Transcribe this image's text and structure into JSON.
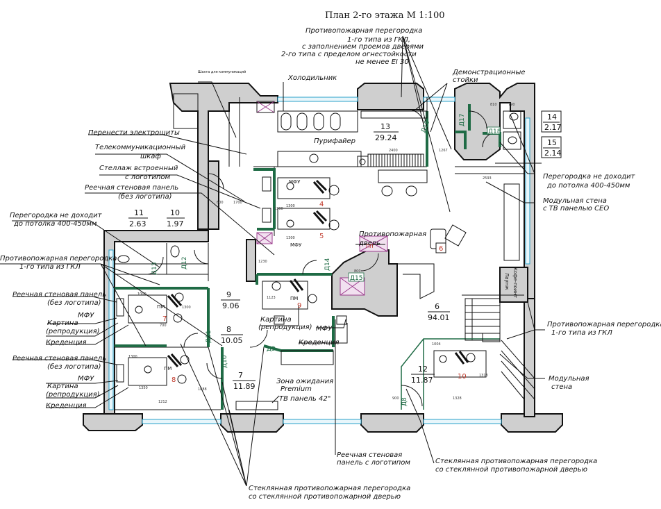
{
  "title": "План 2-го этажа М 1:100",
  "rooms": [
    {
      "num": "9",
      "area": "9.06"
    },
    {
      "num": "8",
      "area": "10.05"
    },
    {
      "num": "7",
      "area": "11.89"
    },
    {
      "num": "6",
      "area": "94.01"
    },
    {
      "num": "12",
      "area": "11.87"
    },
    {
      "num": "11",
      "area": "2.63"
    },
    {
      "num": "10",
      "area": "1.97"
    },
    {
      "num": "13",
      "area": "29.24"
    },
    {
      "num": "14",
      "area": "2.17"
    },
    {
      "num": "15",
      "area": "2.14"
    }
  ],
  "labels": {
    "fire_partition_top": [
      "Противопожарная перегородка",
      "1-го типа из ГКЛ,",
      "с заполнением проемов дверями",
      "2-го типа  с пределом огнестойкости",
      "не менее EI 30"
    ],
    "shaft": "Шахта для коммуникаций",
    "fridge": "Холодильник",
    "demo_stands": [
      "Демонстрационные",
      "стойки"
    ],
    "move_panels": "Перенести электрощиты",
    "telecom": [
      "Телекоммуникационный",
      "шкаф"
    ],
    "rack": [
      "Стеллаж встроенный",
      "с логотипом"
    ],
    "slat_panel_top": [
      "Реечная стеновая панель",
      "(без логотипа)"
    ],
    "purifier": "Пурифайер",
    "partition_short_right": [
      "Перегородка не доходит",
      "до потолка 400-450мм"
    ],
    "modular_wall_tv": [
      "Модульная стена",
      "с ТВ панелью CEO"
    ],
    "partition_short_left": [
      "Перегородка не доходит",
      "до потолка 400-450мм"
    ],
    "fire_partition_left": [
      "Противопожарная перегородка",
      "1-го типа из ГКЛ"
    ],
    "slat_panel_left1": [
      "Реечная стеновая панель",
      "(без логотипа)"
    ],
    "mfu_left1": "МФУ",
    "painting_left1": [
      "Картина",
      "(репродукция)"
    ],
    "credenza_left1": "Креденция",
    "slat_panel_left2": [
      "Реечная стеновая панель",
      "(без логотипа)"
    ],
    "mfu_left2": "МФУ",
    "painting_left2": [
      "Картина",
      "(репродукция)"
    ],
    "credenza_left2": "Креденция",
    "fire_door": [
      "Противопожарная",
      "дверь"
    ],
    "painting_center": [
      "Картина",
      "(репродукция)"
    ],
    "mfu_center": "МФУ",
    "credenza_center": "Креденция",
    "waiting_zone": [
      "Зона ожидания",
      "Premium"
    ],
    "tv_panel": "ТВ панель 42\"",
    "fire_partition_right": [
      "Противопожарная перегородка",
      "1-го типа из ГКЛ"
    ],
    "modular_wall": [
      "Модульная",
      "стена"
    ],
    "slat_panel_logo": [
      "Реечная стеновая",
      "панель с логотипом"
    ],
    "glass_fire_partition_right": [
      "Стеклянная противопожарная перегородка",
      "со стеклянной противопожарной дверью"
    ],
    "glass_fire_partition_bottom": [
      "Стеклянная противопожарная перегородка",
      "со стеклянной противопожарной дверью"
    ],
    "mfu_top1": "МФУ",
    "mfu_top2": "МФУ",
    "coffee_point": "Кофе-поинт",
    "lounge": "Лаунж"
  },
  "doors": [
    "Д18",
    "Д17",
    "Д16",
    "Д15",
    "Д14",
    "Д13",
    "Д12",
    "Д11",
    "Д10",
    "Д9",
    "Д8"
  ],
  "workstations": [
    "4",
    "5",
    "6",
    "7",
    "8",
    "9",
    "10"
  ],
  "pm": [
    "ПМ",
    "ПМ",
    "ПМ"
  ],
  "fire_door_code": "ПП",
  "dims": [
    "1300",
    "1300",
    "2400",
    "1267",
    "2593",
    "810",
    "790",
    "1700",
    "1300",
    "600",
    "1000",
    "1300",
    "1350",
    "1888",
    "1300",
    "1212",
    "1004",
    "1313",
    "1328",
    "900",
    "800",
    "1123",
    "700",
    "1230"
  ],
  "colors": {
    "wall_fill": "#cfcfcf",
    "green_partition": "#1f6b45",
    "glass": "#28a0c8",
    "accent_red": "#c0392b"
  }
}
